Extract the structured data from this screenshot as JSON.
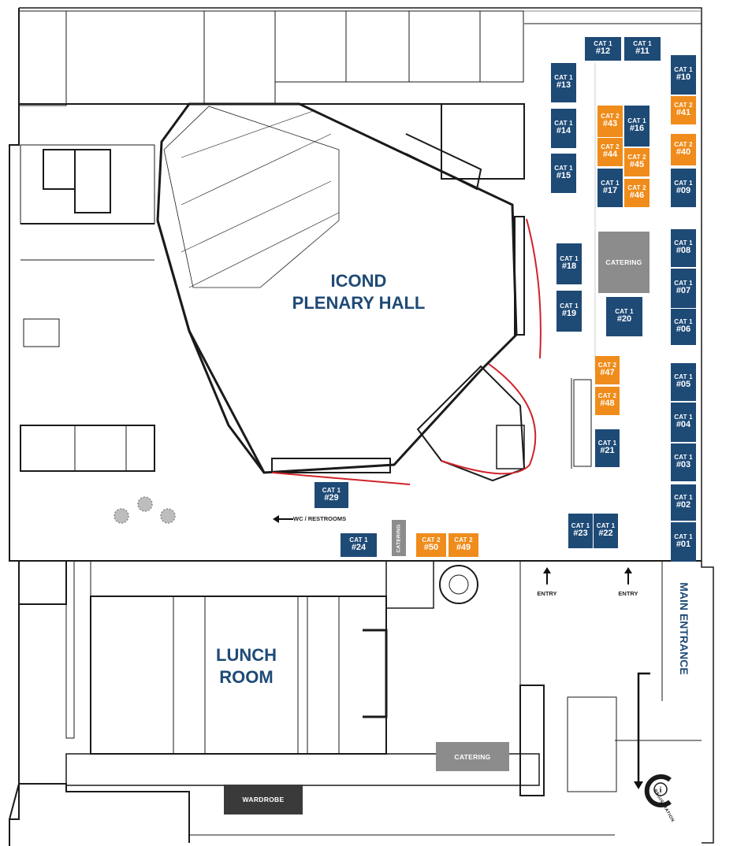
{
  "halls": {
    "plenary_line1": "ICOND",
    "plenary_line2": "PLENARY HALL",
    "lunch_line1": "LUNCH",
    "lunch_line2": "ROOM"
  },
  "labels": {
    "main_entrance": "MAIN ENTRANCE",
    "entry_left": "ENTRY",
    "entry_right": "ENTRY",
    "wc_restrooms": "WC / RESTROOMS",
    "catering_top": "CATERING",
    "catering_vertical": "CATERING",
    "catering_bottom": "CATERING",
    "wardrobe": "WARDROBE",
    "registration": "REGISTRATION"
  },
  "booths": [
    {
      "id": "b12",
      "cat": "CAT 1",
      "num": "#12",
      "category": 1
    },
    {
      "id": "b11",
      "cat": "CAT 1",
      "num": "#11",
      "category": 1
    },
    {
      "id": "b10",
      "cat": "CAT 1",
      "num": "#10",
      "category": 1
    },
    {
      "id": "b13",
      "cat": "CAT 1",
      "num": "#13",
      "category": 1
    },
    {
      "id": "b41",
      "cat": "CAT 2",
      "num": "#41",
      "category": 2
    },
    {
      "id": "b43",
      "cat": "CAT 2",
      "num": "#43",
      "category": 2
    },
    {
      "id": "b16",
      "cat": "CAT 1",
      "num": "#16",
      "category": 1
    },
    {
      "id": "b14",
      "cat": "CAT 1",
      "num": "#14",
      "category": 1
    },
    {
      "id": "b44",
      "cat": "CAT 2",
      "num": "#44",
      "category": 2
    },
    {
      "id": "b45",
      "cat": "CAT 2",
      "num": "#45",
      "category": 2
    },
    {
      "id": "b40",
      "cat": "CAT 2",
      "num": "#40",
      "category": 2
    },
    {
      "id": "b15",
      "cat": "CAT 1",
      "num": "#15",
      "category": 1
    },
    {
      "id": "b17",
      "cat": "CAT 1",
      "num": "#17",
      "category": 1
    },
    {
      "id": "b46",
      "cat": "CAT 2",
      "num": "#46",
      "category": 2
    },
    {
      "id": "b09",
      "cat": "CAT 1",
      "num": "#09",
      "category": 1
    },
    {
      "id": "b08",
      "cat": "CAT 1",
      "num": "#08",
      "category": 1
    },
    {
      "id": "b18",
      "cat": "CAT 1",
      "num": "#18",
      "category": 1
    },
    {
      "id": "b07",
      "cat": "CAT 1",
      "num": "#07",
      "category": 1
    },
    {
      "id": "b19",
      "cat": "CAT 1",
      "num": "#19",
      "category": 1
    },
    {
      "id": "b20",
      "cat": "CAT 1",
      "num": "#20",
      "category": 1
    },
    {
      "id": "b06",
      "cat": "CAT 1",
      "num": "#06",
      "category": 1
    },
    {
      "id": "b47",
      "cat": "CAT 2",
      "num": "#47",
      "category": 2
    },
    {
      "id": "b05",
      "cat": "CAT 1",
      "num": "#05",
      "category": 1
    },
    {
      "id": "b48",
      "cat": "CAT 2",
      "num": "#48",
      "category": 2
    },
    {
      "id": "b04",
      "cat": "CAT 1",
      "num": "#04",
      "category": 1
    },
    {
      "id": "b21",
      "cat": "CAT 1",
      "num": "#21",
      "category": 1
    },
    {
      "id": "b03",
      "cat": "CAT 1",
      "num": "#03",
      "category": 1
    },
    {
      "id": "b29",
      "cat": "CAT 1",
      "num": "#29",
      "category": 1
    },
    {
      "id": "b02",
      "cat": "CAT 1",
      "num": "#02",
      "category": 1
    },
    {
      "id": "b23",
      "cat": "CAT 1",
      "num": "#23",
      "category": 1
    },
    {
      "id": "b22",
      "cat": "CAT 1",
      "num": "#22",
      "category": 1
    },
    {
      "id": "b01",
      "cat": "CAT 1",
      "num": "#01",
      "category": 1
    },
    {
      "id": "b24",
      "cat": "CAT 1",
      "num": "#24",
      "category": 1
    },
    {
      "id": "b50",
      "cat": "CAT 2",
      "num": "#50",
      "category": 2
    },
    {
      "id": "b49",
      "cat": "CAT 2",
      "num": "#49",
      "category": 2
    }
  ],
  "colors": {
    "cat1": "#1e4a76",
    "cat2": "#ef8c1b",
    "catering": "#8c8c8c",
    "wardrobe": "#3a3a3a",
    "highlight_line": "#d0232a",
    "walls": "#1a1a1a"
  },
  "icons": {
    "registration": "info-circle-icon",
    "arrows": "arrow-icon"
  }
}
